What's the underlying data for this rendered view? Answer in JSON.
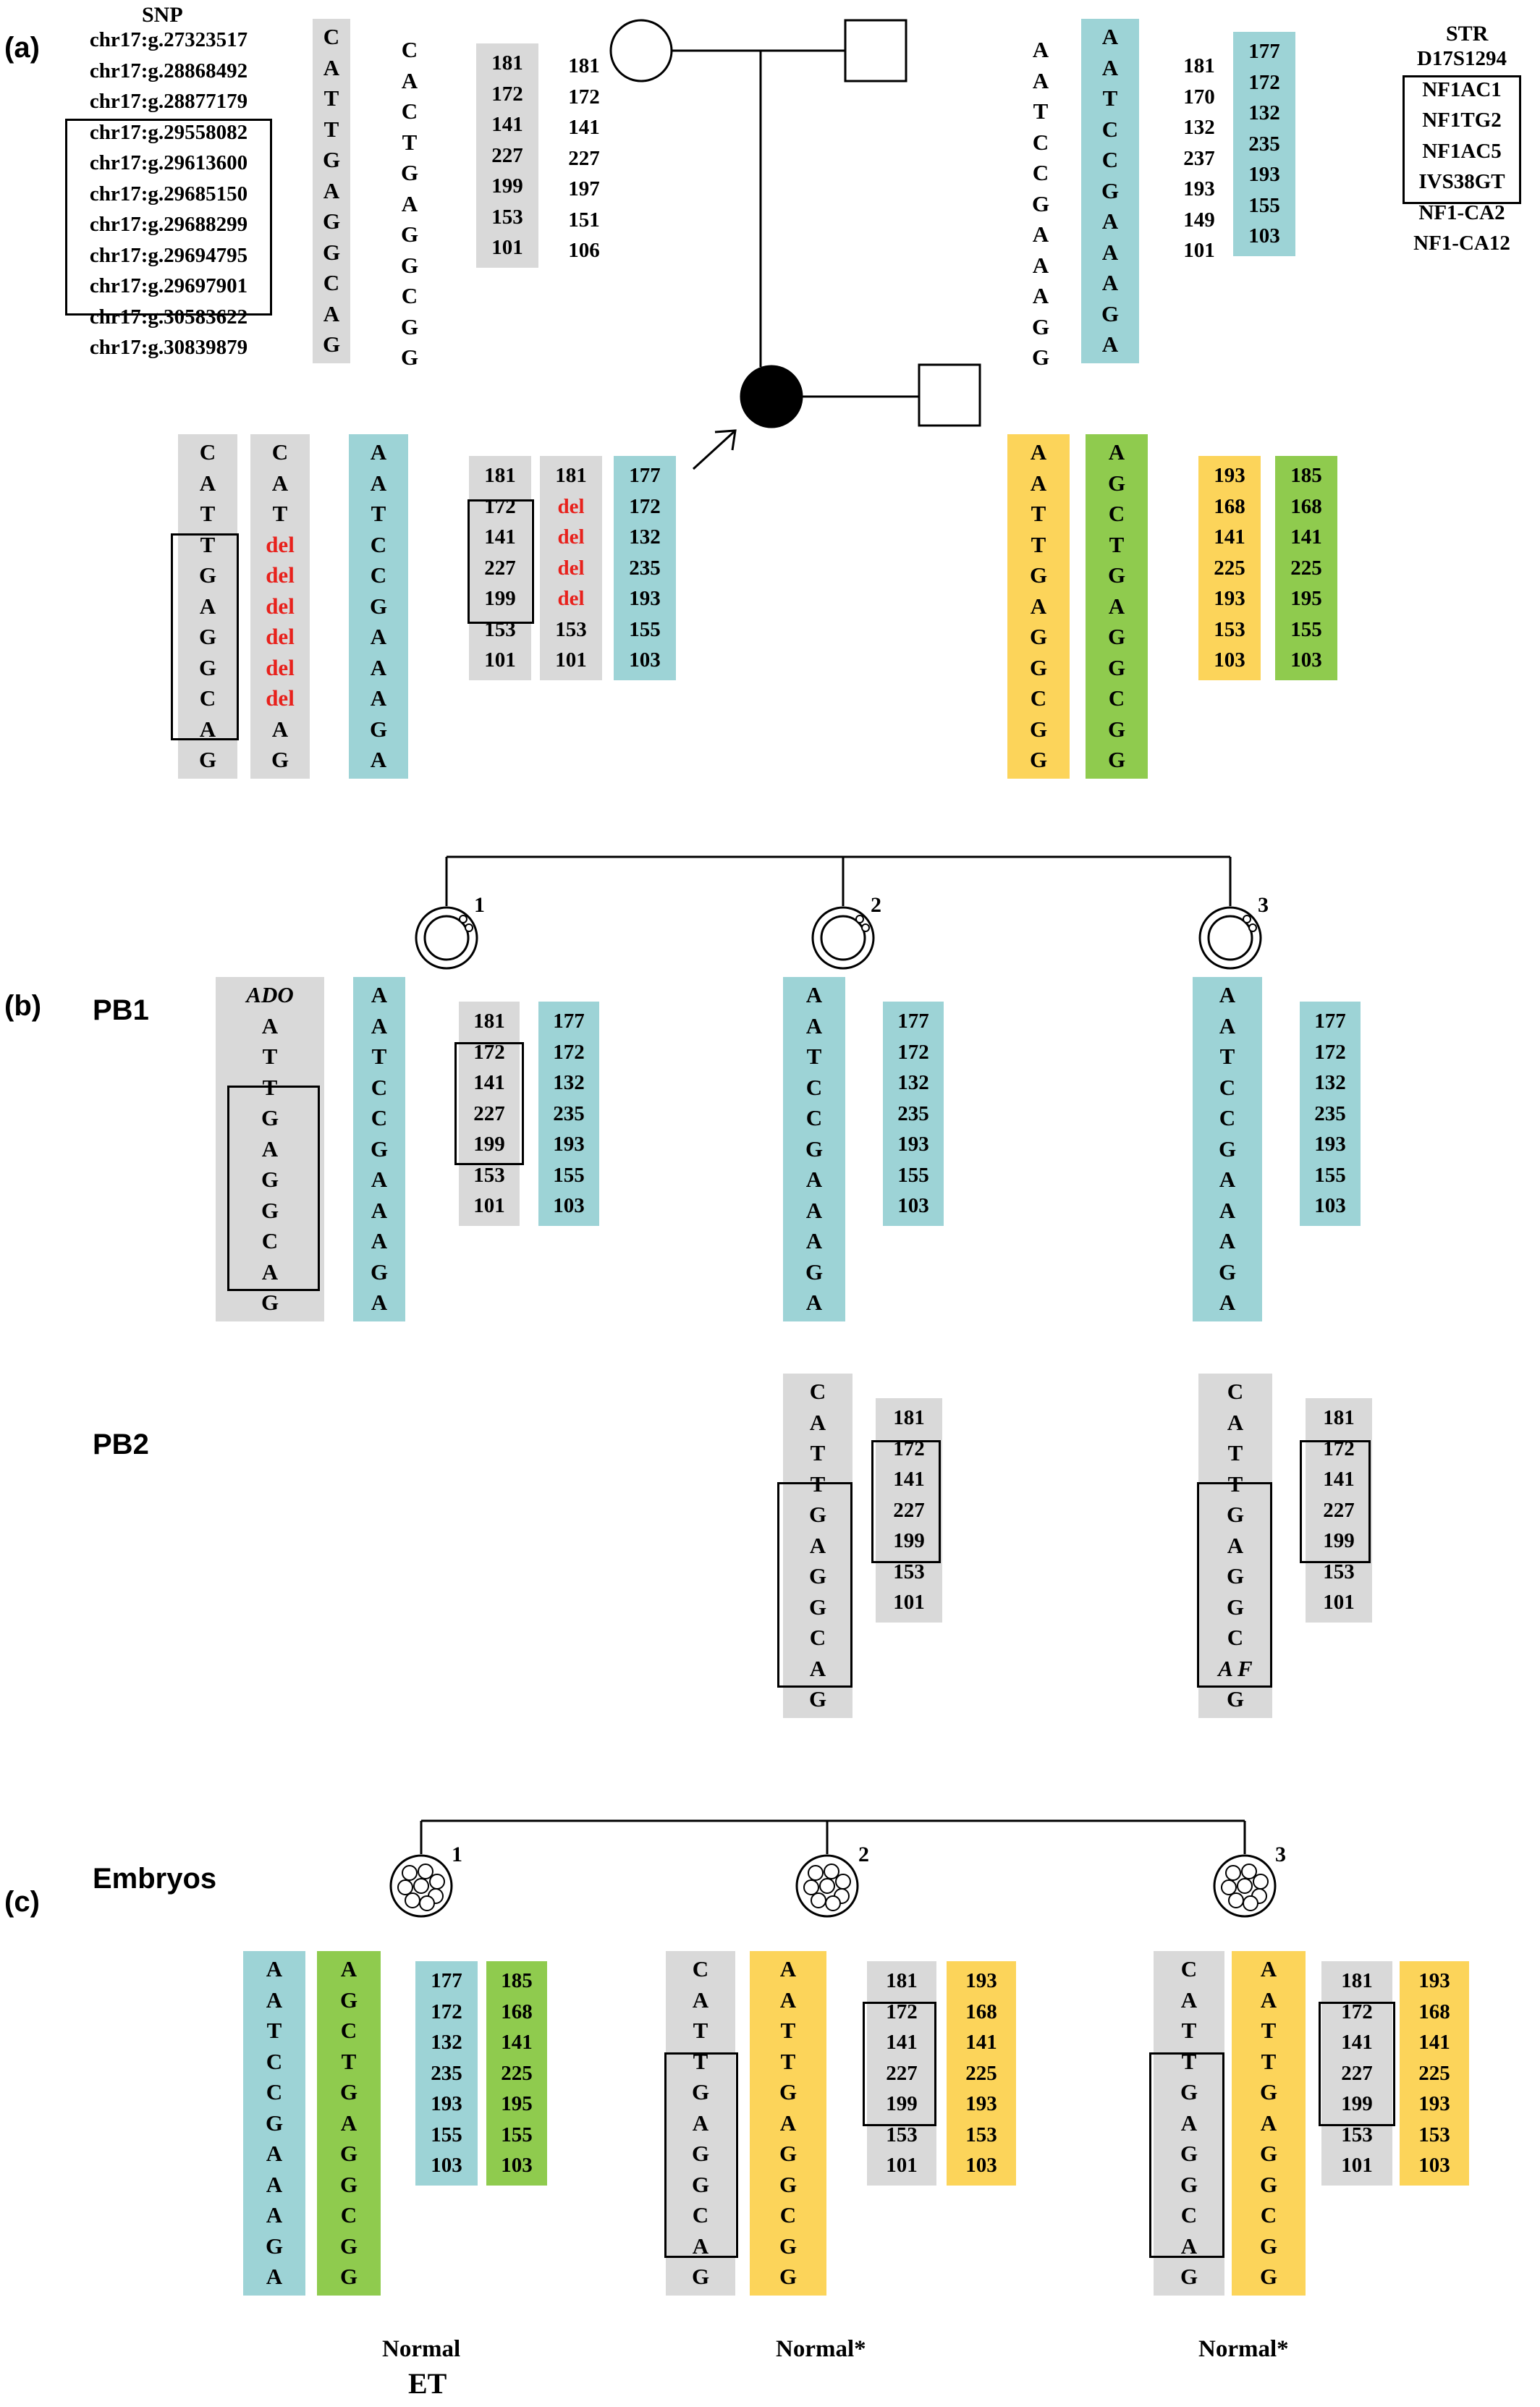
{
  "panels": {
    "a": "(a)",
    "b": "(b)",
    "c": "(c)"
  },
  "rows": {
    "pb1": "PB1",
    "pb2": "PB2",
    "embryos": "Embryos"
  },
  "snp": {
    "header": "SNP",
    "ids": [
      "chr17:g.27323517",
      "chr17:g.28868492",
      "chr17:g.28877179",
      "chr17:g.29558082",
      "chr17:g.29613600",
      "chr17:g.29685150",
      "chr17:g.29688299",
      "chr17:g.29694795",
      "chr17:g.29697901",
      "chr17:g.30583622",
      "chr17:g.30839879"
    ]
  },
  "str": {
    "header": "STR",
    "ids": [
      "D17S1294",
      "NF1AC1",
      "NF1TG2",
      "NF1AC5",
      "IVS38GT",
      "NF1-CA2",
      "NF1-CA12"
    ]
  },
  "haplotypes": {
    "gf_snp1": [
      "C",
      "A",
      "T",
      "T",
      "G",
      "A",
      "G",
      "G",
      "C",
      "A",
      "G"
    ],
    "gf_snp2": [
      "C",
      "A",
      "C",
      "T",
      "G",
      "A",
      "G",
      "G",
      "C",
      "G",
      "G"
    ],
    "gf_str1": [
      "181",
      "172",
      "141",
      "227",
      "199",
      "153",
      "101"
    ],
    "gf_str2": [
      "181",
      "172",
      "141",
      "227",
      "197",
      "151",
      "106"
    ],
    "gm_snp1": [
      "A",
      "A",
      "T",
      "C",
      "C",
      "G",
      "A",
      "A",
      "A",
      "G",
      "G"
    ],
    "gm_snp2": [
      "A",
      "A",
      "T",
      "C",
      "C",
      "G",
      "A",
      "A",
      "A",
      "G",
      "A"
    ],
    "gm_str1": [
      "181",
      "170",
      "132",
      "237",
      "193",
      "149",
      "101"
    ],
    "gm_str2": [
      "177",
      "172",
      "132",
      "235",
      "193",
      "155",
      "103"
    ],
    "mo_snp1": [
      "C",
      "A",
      "T",
      "T",
      "G",
      "A",
      "G",
      "G",
      "C",
      "A",
      "G"
    ],
    "mo_snp2": [
      "C",
      "A",
      "T",
      "del",
      "del",
      "del",
      "del",
      "del",
      "del",
      "A",
      "G"
    ],
    "mo_snp3": [
      "A",
      "A",
      "T",
      "C",
      "C",
      "G",
      "A",
      "A",
      "A",
      "G",
      "A"
    ],
    "mo_str1": [
      "181",
      "172",
      "141",
      "227",
      "199",
      "153",
      "101"
    ],
    "mo_str2": [
      "181",
      "del",
      "del",
      "del",
      "del",
      "153",
      "101"
    ],
    "mo_str3": [
      "177",
      "172",
      "132",
      "235",
      "193",
      "155",
      "103"
    ],
    "fa_snp1": [
      "A",
      "A",
      "T",
      "T",
      "G",
      "A",
      "G",
      "G",
      "C",
      "G",
      "G"
    ],
    "fa_snp2": [
      "A",
      "G",
      "C",
      "T",
      "G",
      "A",
      "G",
      "G",
      "C",
      "G",
      "G"
    ],
    "fa_str1": [
      "193",
      "168",
      "141",
      "225",
      "193",
      "153",
      "103"
    ],
    "fa_str2": [
      "185",
      "168",
      "141",
      "225",
      "195",
      "155",
      "103"
    ],
    "pb1_1_snp1": [
      "ADO",
      "A",
      "T",
      "T",
      "G",
      "A",
      "G",
      "G",
      "C",
      "A",
      "G"
    ],
    "pb1_1_snp2": [
      "A",
      "A",
      "T",
      "C",
      "C",
      "G",
      "A",
      "A",
      "A",
      "G",
      "A"
    ],
    "pb1_1_str1": [
      "181",
      "172",
      "141",
      "227",
      "199",
      "153",
      "101"
    ],
    "pb1_1_str2": [
      "177",
      "172",
      "132",
      "235",
      "193",
      "155",
      "103"
    ],
    "pb1_2_snp": [
      "A",
      "A",
      "T",
      "C",
      "C",
      "G",
      "A",
      "A",
      "A",
      "G",
      "A"
    ],
    "pb1_2_str": [
      "177",
      "172",
      "132",
      "235",
      "193",
      "155",
      "103"
    ],
    "pb1_3_snp": [
      "A",
      "A",
      "T",
      "C",
      "C",
      "G",
      "A",
      "A",
      "A",
      "G",
      "A"
    ],
    "pb1_3_str": [
      "177",
      "172",
      "132",
      "235",
      "193",
      "155",
      "103"
    ],
    "pb2_2_snp": [
      "C",
      "A",
      "T",
      "T",
      "G",
      "A",
      "G",
      "G",
      "C",
      "A",
      "G"
    ],
    "pb2_2_str": [
      "181",
      "172",
      "141",
      "227",
      "199",
      "153",
      "101"
    ],
    "pb2_3_snp": [
      "C",
      "A",
      "T",
      "T",
      "G",
      "A",
      "G",
      "G",
      "C",
      "AF",
      "G"
    ],
    "pb2_3_str": [
      "181",
      "172",
      "141",
      "227",
      "199",
      "153",
      "101"
    ],
    "emb1_snp1": [
      "A",
      "A",
      "T",
      "C",
      "C",
      "G",
      "A",
      "A",
      "A",
      "G",
      "A"
    ],
    "emb1_snp2": [
      "A",
      "G",
      "C",
      "T",
      "G",
      "A",
      "G",
      "G",
      "C",
      "G",
      "G"
    ],
    "emb1_str1": [
      "177",
      "172",
      "132",
      "235",
      "193",
      "155",
      "103"
    ],
    "emb1_str2": [
      "185",
      "168",
      "141",
      "225",
      "195",
      "155",
      "103"
    ],
    "emb2_snp1": [
      "C",
      "A",
      "T",
      "T",
      "G",
      "A",
      "G",
      "G",
      "C",
      "A",
      "G"
    ],
    "emb2_snp2": [
      "A",
      "A",
      "T",
      "T",
      "G",
      "A",
      "G",
      "G",
      "C",
      "G",
      "G"
    ],
    "emb2_str1": [
      "181",
      "172",
      "141",
      "227",
      "199",
      "153",
      "101"
    ],
    "emb2_str2": [
      "193",
      "168",
      "141",
      "225",
      "193",
      "153",
      "103"
    ],
    "emb3_snp1": [
      "C",
      "A",
      "T",
      "T",
      "G",
      "A",
      "G",
      "G",
      "C",
      "A",
      "G"
    ],
    "emb3_snp2": [
      "A",
      "A",
      "T",
      "T",
      "G",
      "A",
      "G",
      "G",
      "C",
      "G",
      "G"
    ],
    "emb3_str1": [
      "181",
      "172",
      "141",
      "227",
      "199",
      "153",
      "101"
    ],
    "emb3_str2": [
      "193",
      "168",
      "141",
      "225",
      "193",
      "153",
      "103"
    ]
  },
  "oocyte_numbers": [
    "1",
    "2",
    "3"
  ],
  "embryo_numbers": [
    "1",
    "2",
    "3"
  ],
  "embryo_status": {
    "e1": "Normal",
    "e1_sub": "ET",
    "e2": "Normal*",
    "e3": "Normal*"
  },
  "colors": {
    "gray": "#d9d9d9",
    "teal": "#9dd3d6",
    "yellow": "#fcd45a",
    "green": "#8fcb4e",
    "deletion": "#e8211c"
  }
}
